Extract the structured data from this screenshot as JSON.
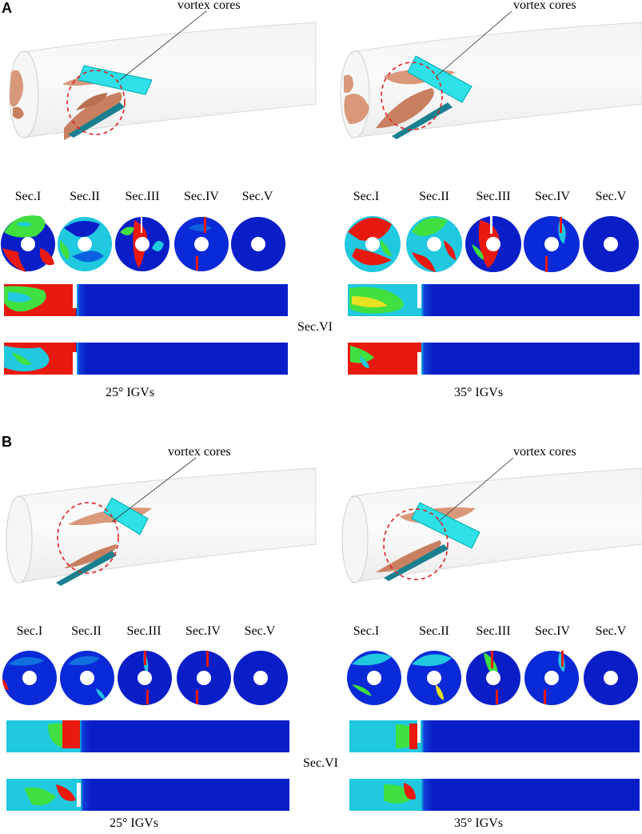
{
  "panels": [
    {
      "label": "A",
      "annotation": "vortex cores",
      "section_labels": [
        "Sec.I",
        "Sec.II",
        "Sec.III",
        "Sec.IV",
        "Sec.V"
      ],
      "mid_label": "Sec.VI",
      "captions": [
        "25° IGVs",
        "35° IGVs"
      ]
    },
    {
      "label": "B",
      "annotation": "vortex cores",
      "section_labels": [
        "Sec.I",
        "Sec.II",
        "Sec.III",
        "Sec.IV",
        "Sec.V"
      ],
      "mid_label": "Sec.VI",
      "captions": [
        "25° IGVs",
        "35° IGVs"
      ]
    }
  ],
  "colors": {
    "blade": "#2ee0e8",
    "vortex": "#d9987a",
    "marker": "#e02020",
    "field_low": "#0a1ec8",
    "field_mid": "#20c8e0",
    "field_high": "#e81a10",
    "field_green": "#40e040"
  }
}
